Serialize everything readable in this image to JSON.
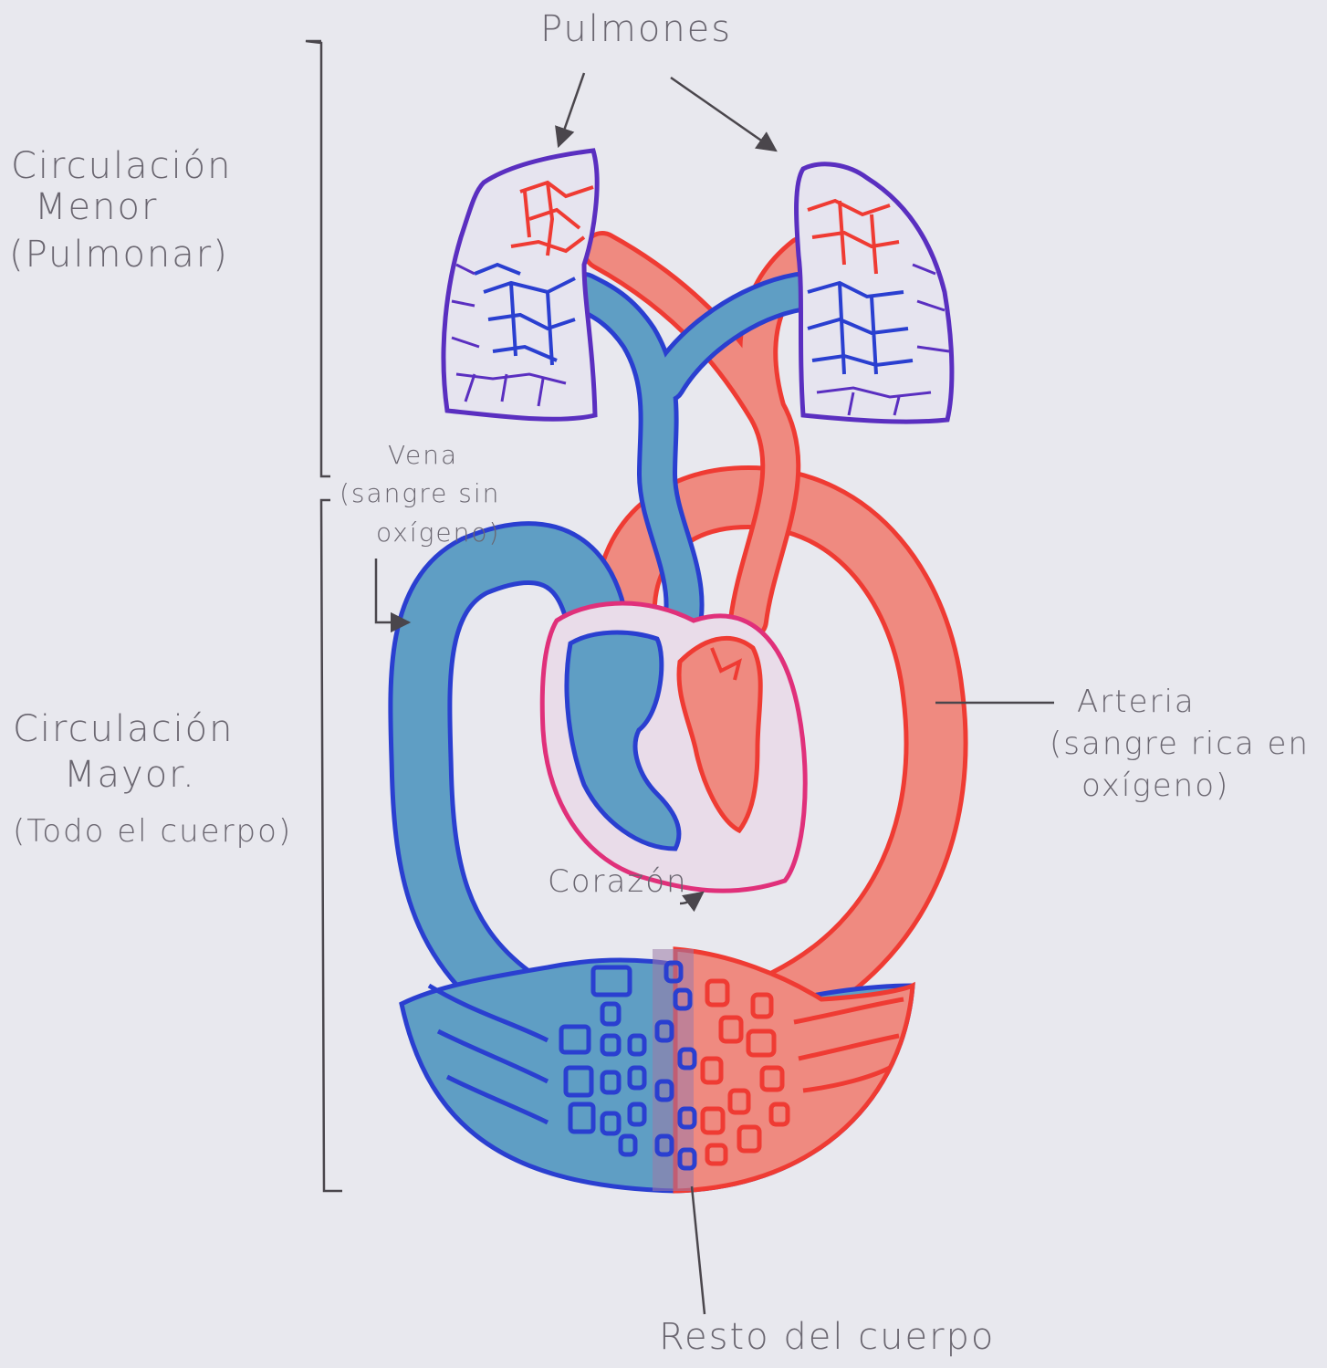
{
  "labels": {
    "pulmones": "Pulmones",
    "circ_menor": [
      "Circulación",
      "Menor",
      "(Pulmonar)"
    ],
    "circ_mayor": [
      "Circulación",
      "Mayor.",
      "(Todo el cuerpo)"
    ],
    "vena": [
      "Vena",
      "(sangre sin",
      "oxígeno)"
    ],
    "arteria": [
      "Arteria",
      "(sangre rica en",
      "oxígeno)"
    ],
    "corazon": "Corazón",
    "resto": "Resto del cuerpo"
  },
  "colors": {
    "paper": "#e8e8ee",
    "vein_fill": "#5f9ec4",
    "vein_outline": "#2a3fd0",
    "artery_fill": "#ef8a80",
    "artery_outline": "#ef3b33",
    "lung_outline": "#5a2fc0",
    "heart_outline": "#e0307a",
    "ink": "#4a464c"
  },
  "icons": [
    "arrow-icon"
  ]
}
